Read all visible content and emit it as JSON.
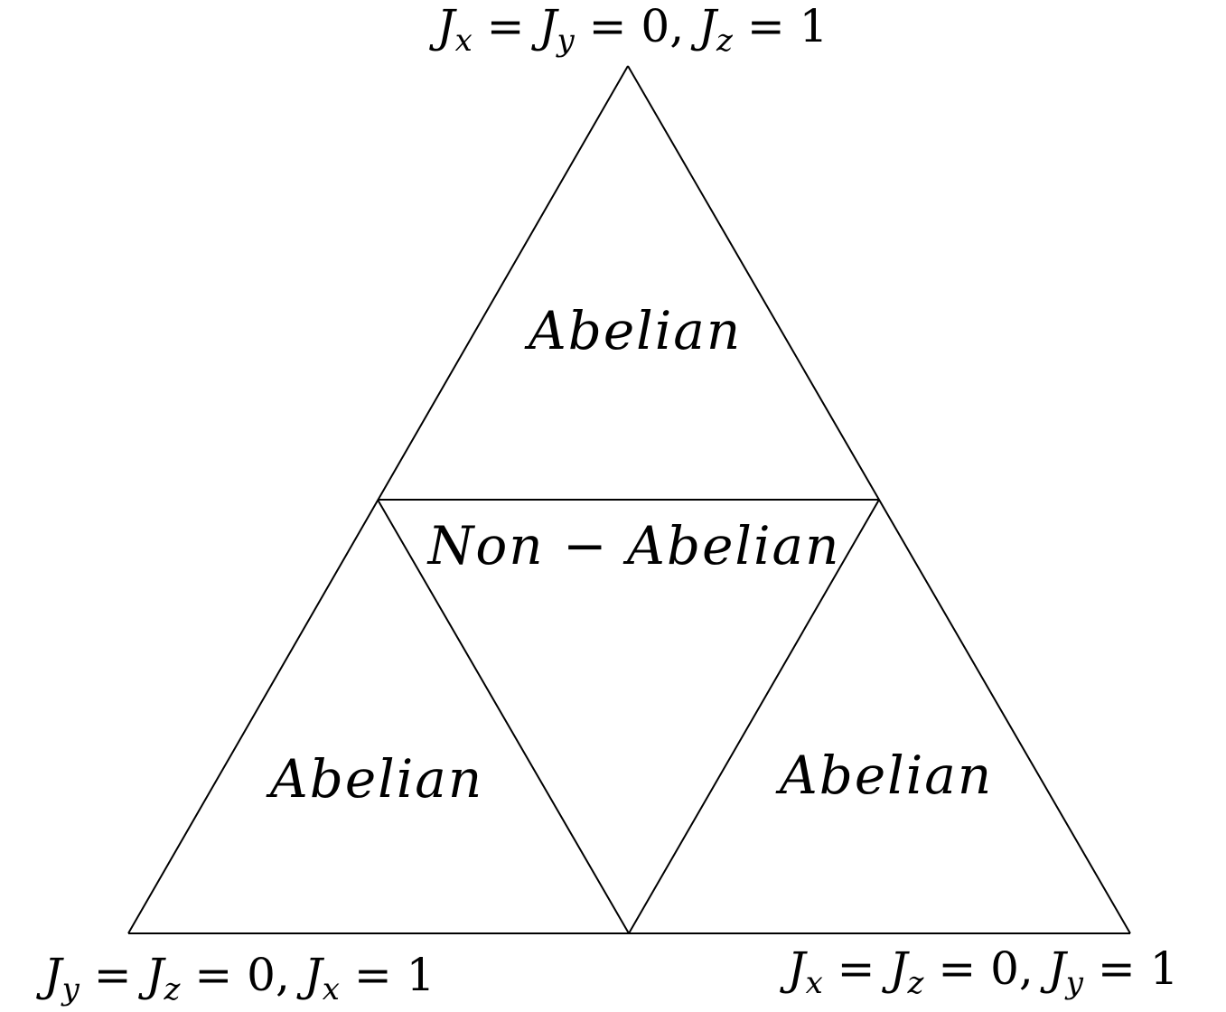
{
  "vertices": {
    "top": {
      "a": "J",
      "a_sub": "x",
      "eq1": " = ",
      "b": "J",
      "b_sub": "y",
      "eq2": " = 0, ",
      "c": "J",
      "c_sub": "z",
      "eq3": " = 1"
    },
    "bottom_left": {
      "a": "J",
      "a_sub": "y",
      "eq1": " = ",
      "b": "J",
      "b_sub": "z",
      "eq2": " = 0, ",
      "c": "J",
      "c_sub": "x",
      "eq3": " = 1"
    },
    "bottom_right": {
      "a": "J",
      "a_sub": "x",
      "eq1": " = ",
      "b": "J",
      "b_sub": "z",
      "eq2": " = 0, ",
      "c": "J",
      "c_sub": "y",
      "eq3": " = 1"
    }
  },
  "regions": {
    "top": "Abelian",
    "center": "Non − Abelian",
    "bottom_left": "Abelian",
    "bottom_right": "Abelian"
  },
  "colors": {
    "stroke": "#000000",
    "background": "#ffffff"
  }
}
